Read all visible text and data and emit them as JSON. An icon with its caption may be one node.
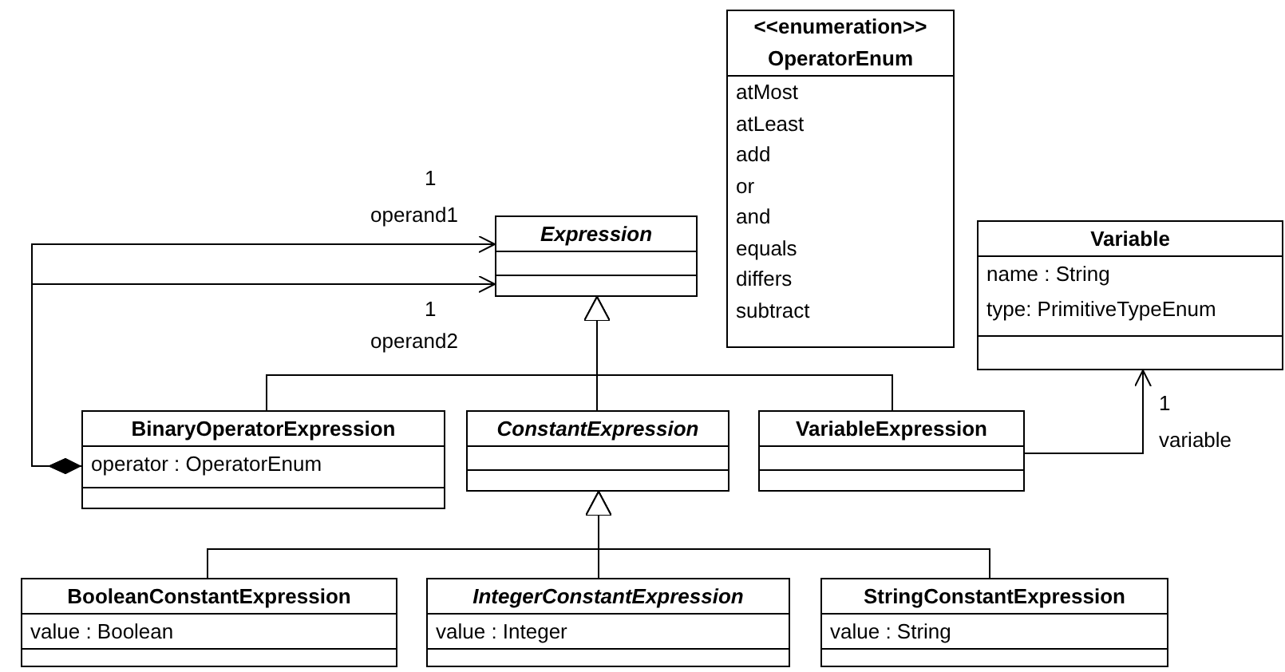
{
  "diagram": {
    "nodes": [
      {
        "text": [
          "Expression"
        ]
      },
      {
        "text": [
          "<<enumeration>>",
          "OperatorEnum",
          "atMost",
          "atLeast",
          "add",
          "or",
          "and",
          "equals",
          "differs",
          "subtract"
        ]
      },
      {
        "text": [
          "Variable",
          "name : String",
          "type: PrimitiveTypeEnum"
        ]
      },
      {
        "text": [
          "BinaryOperatorExpression",
          "operator : OperatorEnum"
        ]
      },
      {
        "text": [
          "ConstantExpression"
        ]
      },
      {
        "text": [
          "VariableExpression"
        ]
      },
      {
        "text": [
          "BooleanConstantExpression",
          "value : Boolean"
        ]
      },
      {
        "text": [
          "IntegerConstantExpression",
          "value : Integer"
        ]
      },
      {
        "text": [
          "StringConstantExpression",
          "value : String"
        ]
      }
    ],
    "edges": [
      {
        "from": 3,
        "to": 0,
        "arrow": "to"
      },
      {
        "from": 3,
        "to": 0,
        "arrow": "to"
      },
      {
        "from": 3,
        "to": 0,
        "arrow": "to"
      },
      {
        "from": 4,
        "to": 0,
        "arrow": "to"
      },
      {
        "from": 5,
        "to": 0,
        "arrow": "to"
      },
      {
        "from": 5,
        "to": 2,
        "arrow": "to"
      },
      {
        "from": 6,
        "to": 4,
        "arrow": "to"
      },
      {
        "from": 7,
        "to": 4,
        "arrow": "to"
      },
      {
        "from": 8,
        "to": 4,
        "arrow": "to"
      }
    ],
    "labels": [
      "1",
      "operand1",
      "1",
      "operand2",
      "1",
      "variable"
    ]
  }
}
